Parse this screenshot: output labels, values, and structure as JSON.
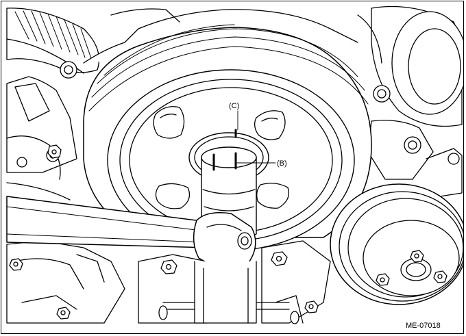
{
  "labels": {
    "c": "(C)",
    "b": "(B)"
  },
  "figure_code": "ME-07018",
  "colors": {
    "line": "#000000",
    "fill": "#ffffff"
  }
}
